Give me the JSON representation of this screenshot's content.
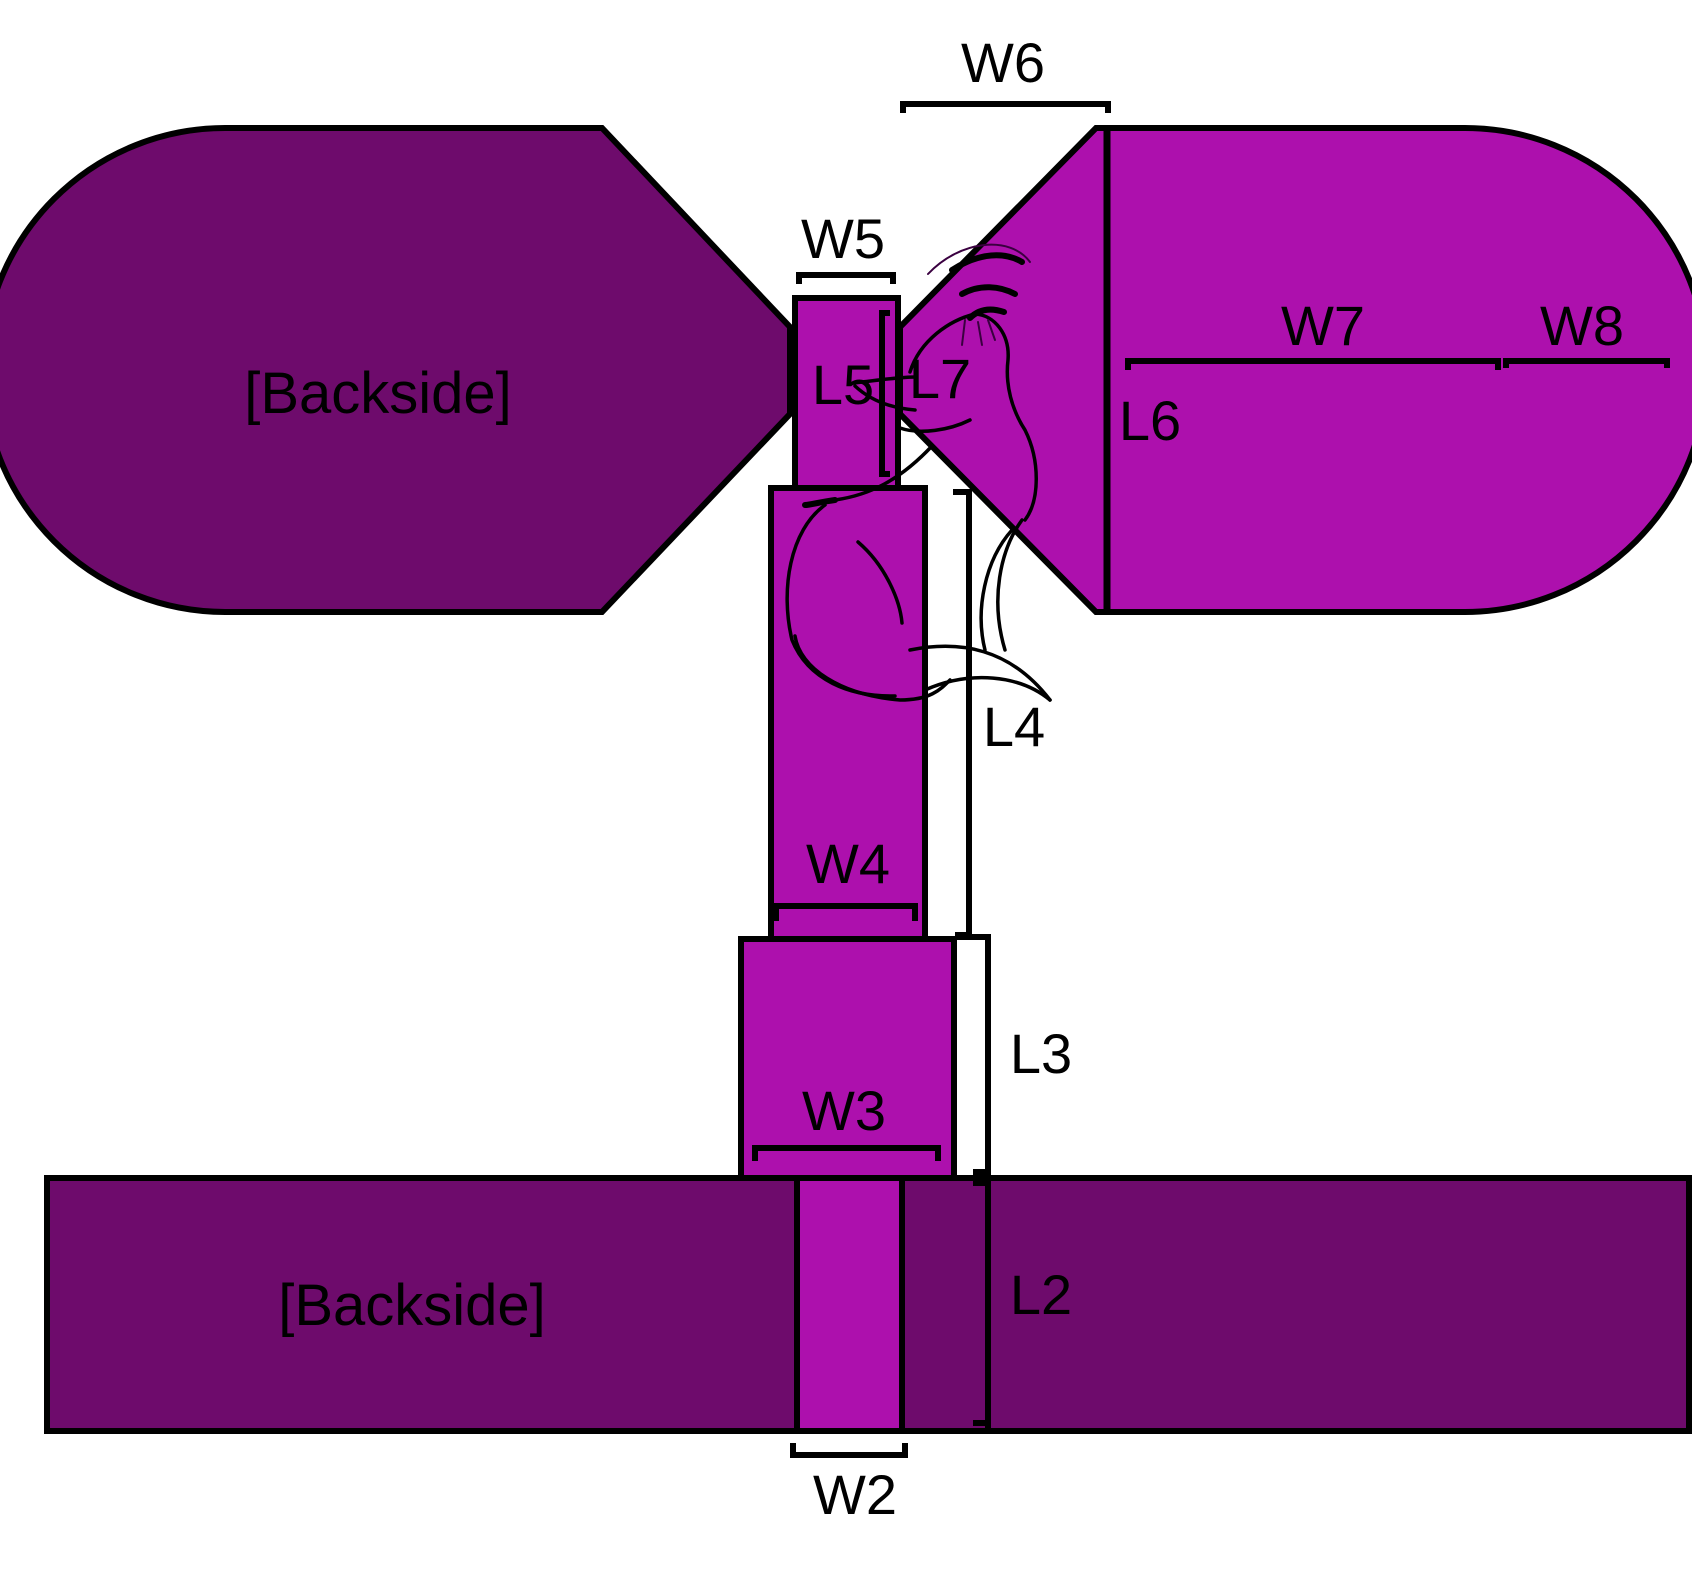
{
  "diagram": {
    "type": "antenna-layout",
    "colors": {
      "front_patch": "#ad10ad",
      "backside_patch": "#6e0b6c",
      "outline": "#000000"
    },
    "backside_labels": {
      "upper_left": "[Backside]",
      "ground": "[Backside]"
    },
    "dimensions": {
      "W2": "W2",
      "W3": "W3",
      "W4": "W4",
      "W5": "W5",
      "W6": "W6",
      "W7": "W7",
      "W8": "W8",
      "L2": "L2",
      "L3": "L3",
      "L4": "L4",
      "L5": "L5",
      "L6": "L6",
      "L7": "L7"
    }
  }
}
